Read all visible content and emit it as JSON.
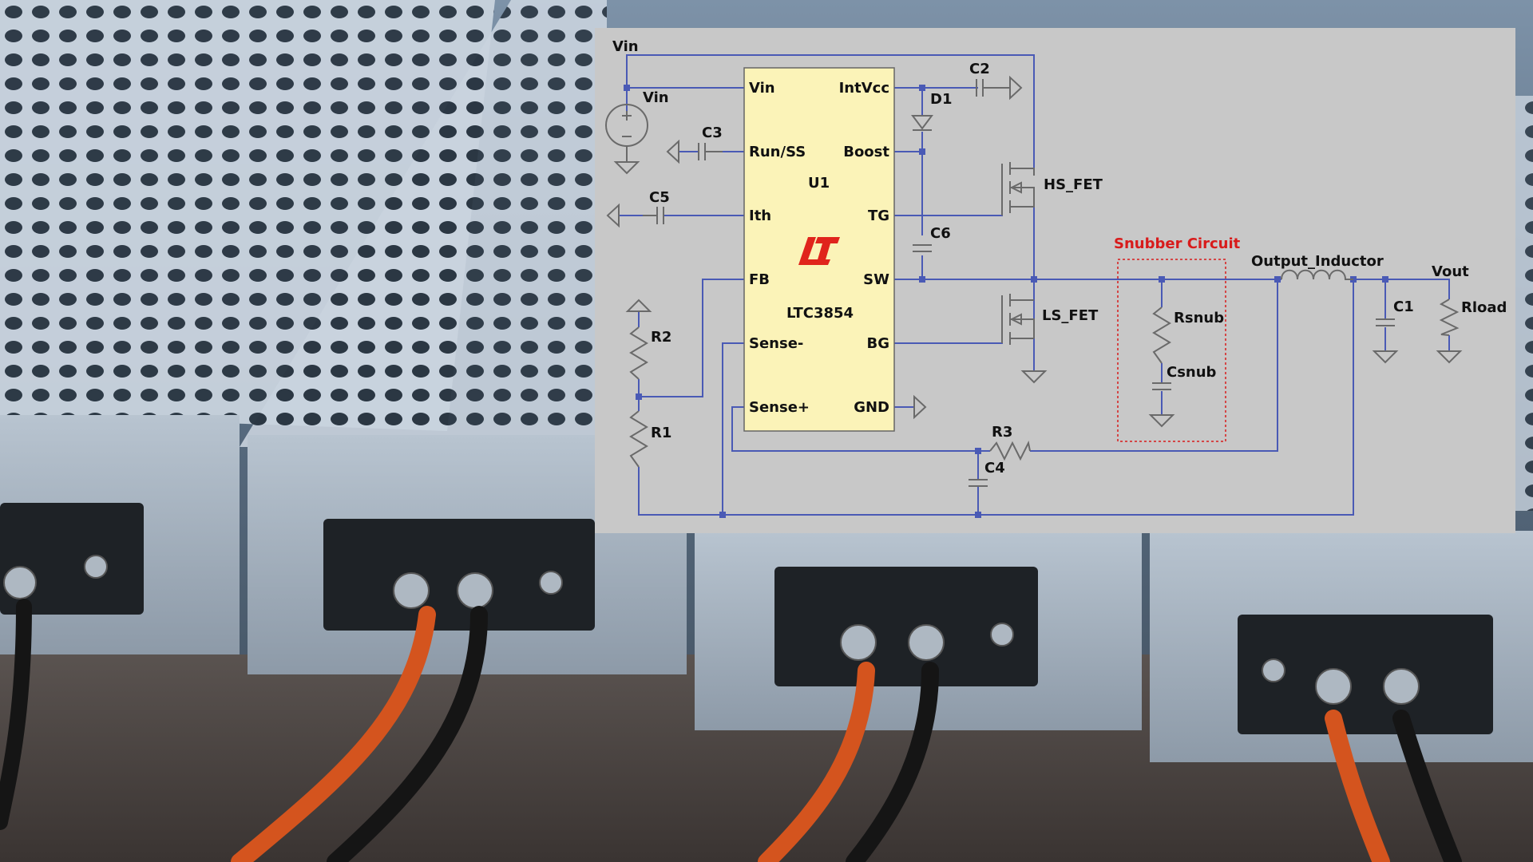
{
  "colors": {
    "background_photo": "#5d7488",
    "schematic_bg": "#c8c8c8",
    "ic_fill": "#fbf3b8",
    "wire": "#4a5ab5",
    "component": "#6a6a6a",
    "snubber_label": "#d81b1b",
    "logo": "#e0241c"
  },
  "schematic": {
    "nets": {
      "vin_top": "Vin",
      "vout": "Vout"
    },
    "ic": {
      "designator": "U1",
      "part": "LTC3854",
      "logo_icon": "lt-logo-icon",
      "pins_left": [
        "Vin",
        "Run/SS",
        "Ith",
        "FB",
        "Sense-",
        "Sense+"
      ],
      "pins_right": [
        "IntVcc",
        "Boost",
        "TG",
        "SW",
        "BG",
        "GND"
      ]
    },
    "components": {
      "vin_source": "Vin",
      "c2": "C2",
      "d1": "D1",
      "c3": "C3",
      "c5": "C5",
      "c6": "C6",
      "hs_fet": "HS_FET",
      "ls_fet": "LS_FET",
      "r2": "R2",
      "r1": "R1",
      "r3": "R3",
      "c4": "C4",
      "rsnub": "Rsnub",
      "csnub": "Csnub",
      "inductor": "Output_Inductor",
      "c1": "C1",
      "rload": "Rload"
    },
    "snubber_label": "Snubber Circuit"
  }
}
